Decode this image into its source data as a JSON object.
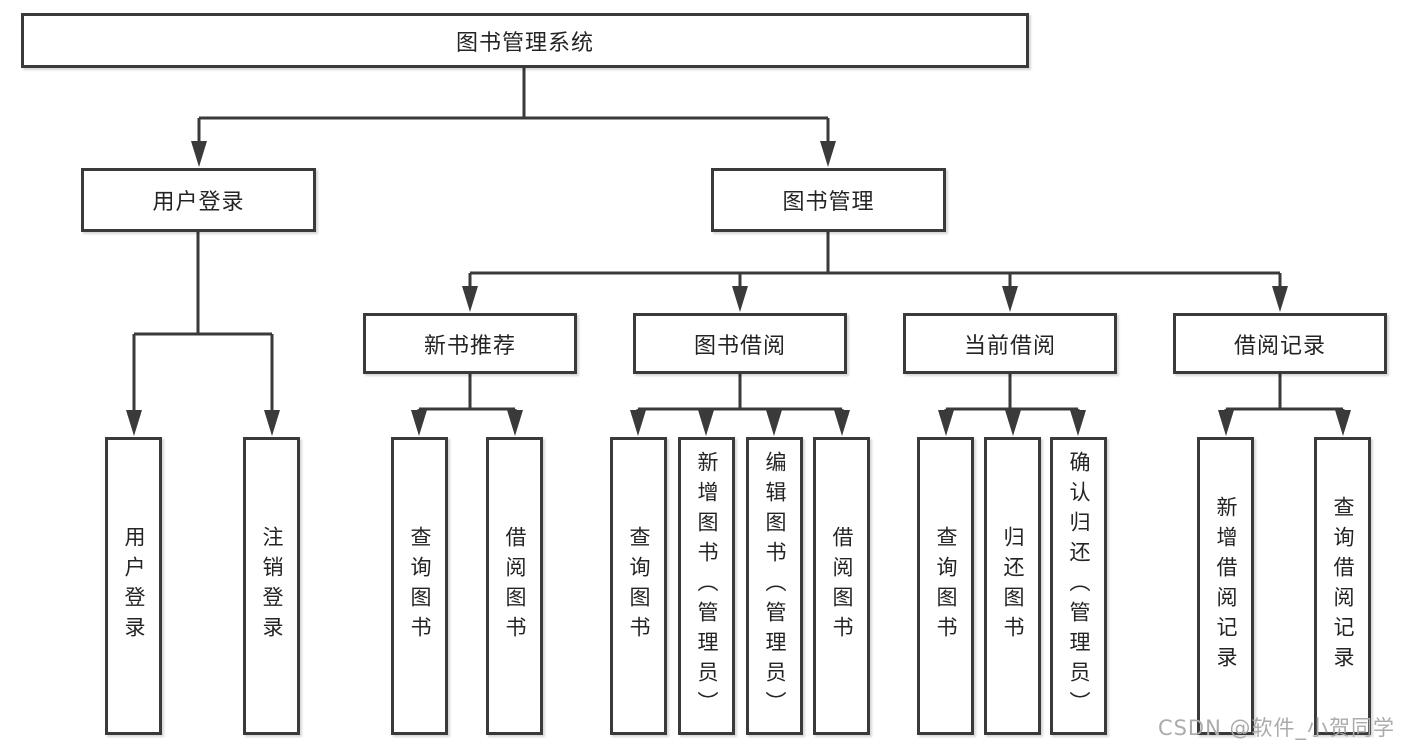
{
  "tree": {
    "root": {
      "label": "图书管理系统"
    },
    "branches": [
      {
        "label": "用户登录",
        "children": [
          {
            "label": "用户登录"
          },
          {
            "label": "注销登录"
          }
        ]
      },
      {
        "label": "图书管理",
        "children": [
          {
            "label": "新书推荐",
            "children": [
              {
                "label": "查询图书"
              },
              {
                "label": "借阅图书"
              }
            ]
          },
          {
            "label": "图书借阅",
            "children": [
              {
                "label": "查询图书"
              },
              {
                "label": "新增图书（管理员）"
              },
              {
                "label": "编辑图书（管理员）"
              },
              {
                "label": "借阅图书"
              }
            ]
          },
          {
            "label": "当前借阅",
            "children": [
              {
                "label": "查询图书"
              },
              {
                "label": "归还图书"
              },
              {
                "label": "确认归还（管理员）"
              }
            ]
          },
          {
            "label": "借阅记录",
            "children": [
              {
                "label": "新增借阅记录"
              },
              {
                "label": "查询借阅记录"
              }
            ]
          }
        ]
      }
    ]
  },
  "watermark": {
    "text": "CSDN @软件_小贺同学"
  },
  "colors": {
    "line": "#3a3a3a",
    "text": "#242424",
    "background": "#ffffff",
    "watermark": "#ababab"
  }
}
